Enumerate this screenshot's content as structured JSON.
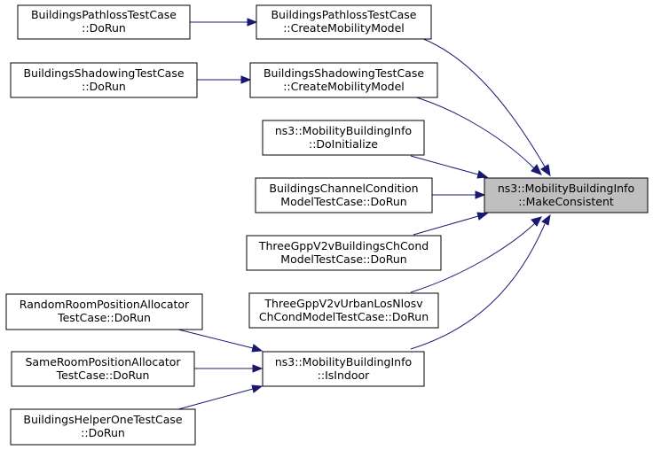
{
  "graph": {
    "nodes": {
      "make_consistent": {
        "line1": "ns3::MobilityBuildingInfo",
        "line2": "::MakeConsistent",
        "highlighted": true
      },
      "bp_create": {
        "line1": "BuildingsPathlossTestCase",
        "line2": "::CreateMobilityModel"
      },
      "bp_dorun": {
        "line1": "BuildingsPathlossTestCase",
        "line2": "::DoRun"
      },
      "bs_create": {
        "line1": "BuildingsShadowingTestCase",
        "line2": "::CreateMobilityModel"
      },
      "bs_dorun": {
        "line1": "BuildingsShadowingTestCase",
        "line2": "::DoRun"
      },
      "doinit": {
        "line1": "ns3::MobilityBuildingInfo",
        "line2": "::DoInitialize"
      },
      "bcc": {
        "line1": "BuildingsChannelCondition",
        "line2": "ModelTestCase::DoRun"
      },
      "tgpp_bld": {
        "line1": "ThreeGppV2vBuildingsChCond",
        "line2": "ModelTestCase::DoRun"
      },
      "tgpp_urban": {
        "line1": "ThreeGppV2vUrbanLosNlosv",
        "line2": "ChCondModelTestCase::DoRun"
      },
      "isindoor": {
        "line1": "ns3::MobilityBuildingInfo",
        "line2": "::IsIndoor"
      },
      "random_room": {
        "line1": "RandomRoomPositionAllocator",
        "line2": "TestCase::DoRun"
      },
      "same_room": {
        "line1": "SameRoomPositionAllocator",
        "line2": "TestCase::DoRun"
      },
      "helper_one": {
        "line1": "BuildingsHelperOneTestCase",
        "line2": "::DoRun"
      }
    },
    "edges": [
      {
        "from": "bp_dorun",
        "to": "bp_create"
      },
      {
        "from": "bs_dorun",
        "to": "bs_create"
      },
      {
        "from": "bp_create",
        "to": "make_consistent"
      },
      {
        "from": "bs_create",
        "to": "make_consistent"
      },
      {
        "from": "doinit",
        "to": "make_consistent"
      },
      {
        "from": "bcc",
        "to": "make_consistent"
      },
      {
        "from": "tgpp_bld",
        "to": "make_consistent"
      },
      {
        "from": "tgpp_urban",
        "to": "make_consistent"
      },
      {
        "from": "isindoor",
        "to": "make_consistent"
      },
      {
        "from": "random_room",
        "to": "isindoor"
      },
      {
        "from": "same_room",
        "to": "isindoor"
      },
      {
        "from": "helper_one",
        "to": "isindoor"
      }
    ],
    "colors": {
      "edge": "#191970",
      "focus_fill": "#bfbfbf",
      "box_stroke": "#000000"
    }
  }
}
